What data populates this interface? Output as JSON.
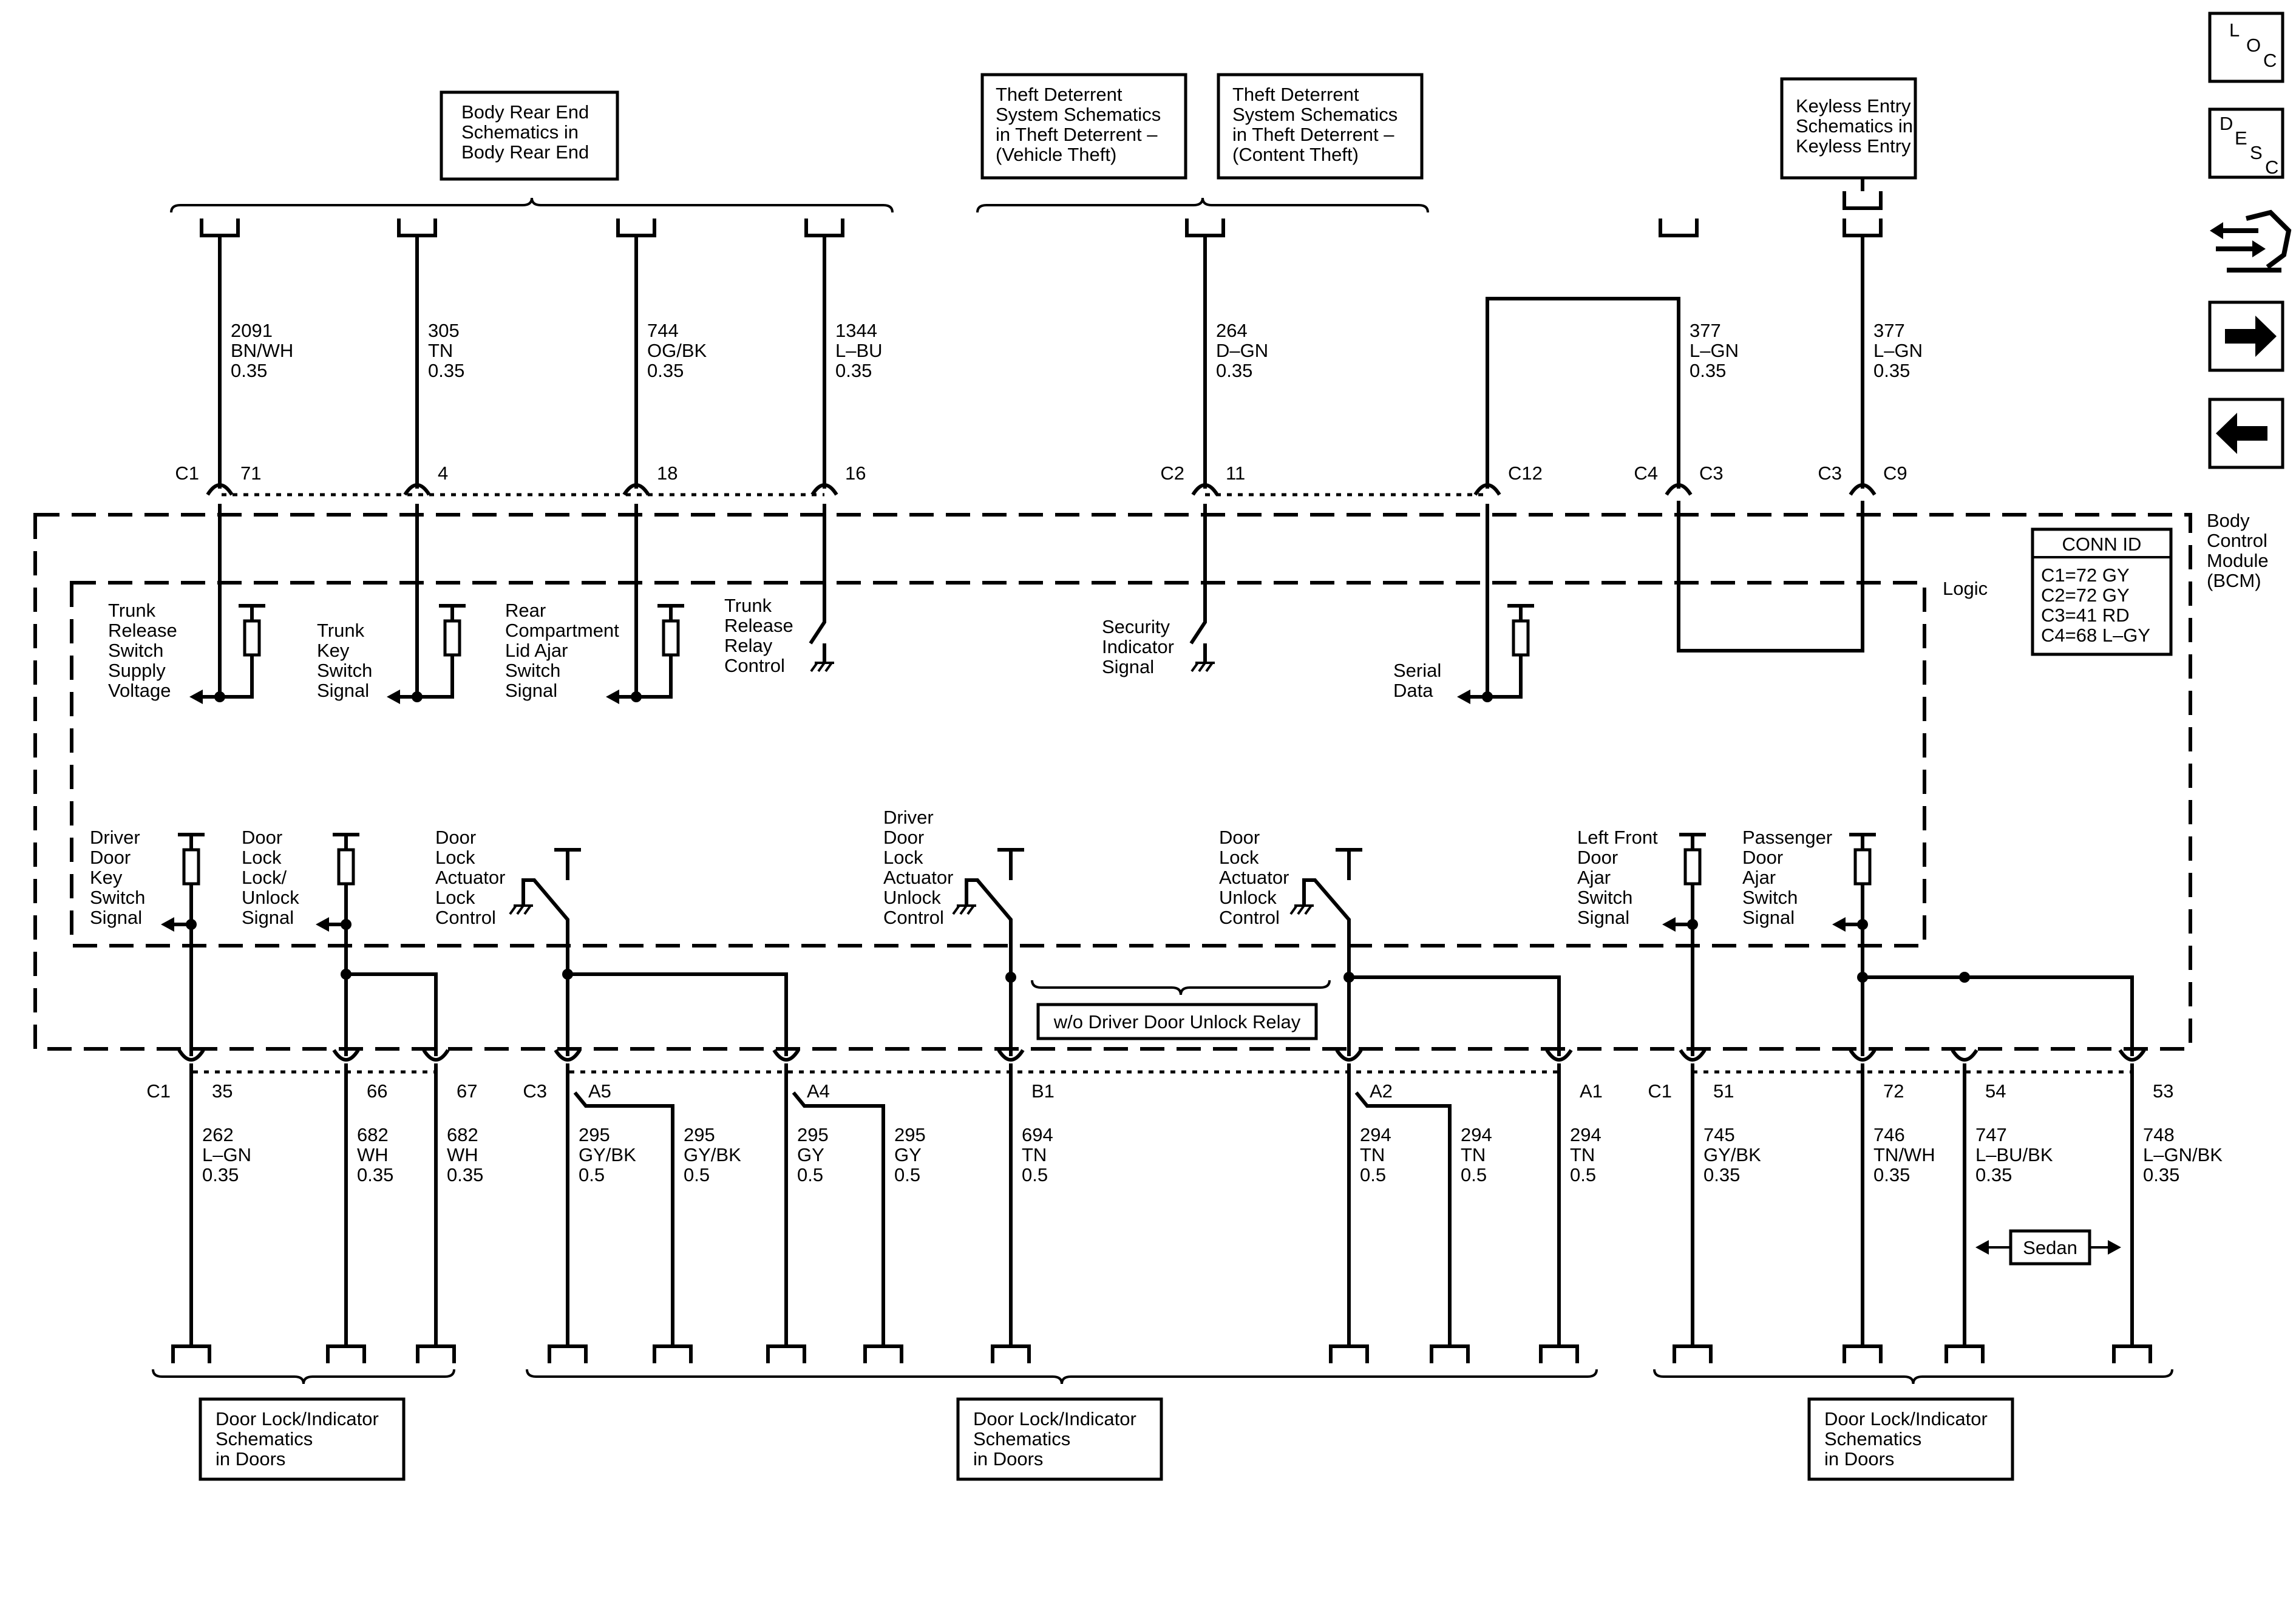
{
  "top_refs": [
    {
      "lines": [
        "Body Rear End",
        "Schematics in",
        "Body Rear End"
      ]
    },
    {
      "lines": [
        "Theft Deterrent",
        "System Schematics",
        "in Theft Deterrent –",
        "(Vehicle Theft)"
      ]
    },
    {
      "lines": [
        "Theft Deterrent",
        "System Schematics",
        "in Theft Deterrent –",
        "(Content Theft)"
      ]
    },
    {
      "lines": [
        "Keyless Entry",
        "Schematics in",
        "Keyless Entry"
      ]
    }
  ],
  "bottom_refs": [
    {
      "lines": [
        "Door Lock/Indicator",
        "Schematics",
        "in Doors"
      ]
    },
    {
      "lines": [
        "Door Lock/Indicator",
        "Schematics",
        "in Doors"
      ]
    },
    {
      "lines": [
        "Door Lock/Indicator",
        "Schematics",
        "in Doors"
      ]
    }
  ],
  "nav_icons": [
    {
      "name": "location-icon",
      "glyphs": [
        "L",
        "O",
        "C"
      ]
    },
    {
      "name": "description-icon",
      "glyphs": [
        "D",
        "E",
        "S",
        "C"
      ]
    },
    {
      "name": "connector-repair-icon"
    },
    {
      "name": "next-page-arrow-icon"
    },
    {
      "name": "previous-page-arrow-icon"
    }
  ],
  "module": {
    "name_lines": [
      "Body",
      "Control",
      "Module",
      "(BCM)"
    ],
    "logic_label": "Logic",
    "conn_id_title": "CONN ID",
    "conn_id_lines": [
      "C1=72 GY",
      "C2=72 GY",
      "C3=41 RD",
      "C4=68 L–GY"
    ]
  },
  "top_wires": [
    {
      "circuit": "2091",
      "color": "BN/WH",
      "gauge": "0.35",
      "connector": "C1",
      "pin": "71"
    },
    {
      "circuit": "305",
      "color": "TN",
      "gauge": "0.35",
      "connector": "",
      "pin": "4"
    },
    {
      "circuit": "744",
      "color": "OG/BK",
      "gauge": "0.35",
      "connector": "",
      "pin": "18"
    },
    {
      "circuit": "1344",
      "color": "L–BU",
      "gauge": "0.35",
      "connector": "",
      "pin": "16"
    },
    {
      "circuit": "264",
      "color": "D–GN",
      "gauge": "0.35",
      "connector": "C2",
      "pin": "11"
    },
    {
      "circuit": "377",
      "color": "L–GN",
      "gauge": "0.35",
      "connector": "C4",
      "pin": "C3"
    },
    {
      "circuit": "377",
      "color": "L–GN",
      "gauge": "0.35",
      "connector": "C3",
      "pin": "C9"
    }
  ],
  "c12_label": "C12",
  "internal_top": [
    {
      "lines": [
        "Trunk",
        "Release",
        "Switch",
        "Supply",
        "Voltage"
      ]
    },
    {
      "lines": [
        "Trunk",
        "Key",
        "Switch",
        "Signal"
      ]
    },
    {
      "lines": [
        "Rear",
        "Compartment",
        "Lid Ajar",
        "Switch",
        "Signal"
      ]
    },
    {
      "lines": [
        "Trunk",
        "Release",
        "Relay",
        "Control"
      ]
    },
    {
      "lines": [
        "Security",
        "Indicator",
        "Signal"
      ]
    },
    {
      "lines": [
        "Serial",
        "Data"
      ]
    }
  ],
  "internal_bottom": [
    {
      "lines": [
        "Driver",
        "Door",
        "Key",
        "Switch",
        "Signal"
      ]
    },
    {
      "lines": [
        "Door",
        "Lock",
        "Lock/",
        "Unlock",
        "Signal"
      ]
    },
    {
      "lines": [
        "Door",
        "Lock",
        "Actuator",
        "Lock",
        "Control"
      ]
    },
    {
      "lines": [
        "Driver",
        "Door",
        "Lock",
        "Actuator",
        "Unlock",
        "Control"
      ]
    },
    {
      "lines": [
        "Door",
        "Lock",
        "Actuator",
        "Unlock",
        "Control"
      ]
    },
    {
      "lines": [
        "Left Front",
        "Door",
        "Ajar",
        "Switch",
        "Signal"
      ]
    },
    {
      "lines": [
        "Passenger",
        "Door",
        "Ajar",
        "Switch",
        "Signal"
      ]
    }
  ],
  "option_note": "w/o Driver Door Unlock Relay",
  "sedan_label": "Sedan",
  "bottom_wires": [
    {
      "connector": "C1",
      "pin": "35",
      "circuit": "262",
      "color": "L–GN",
      "gauge": "0.35"
    },
    {
      "connector": "",
      "pin": "66",
      "circuit": "682",
      "color": "WH",
      "gauge": "0.35"
    },
    {
      "connector": "",
      "pin": "67",
      "circuit": "682",
      "color": "WH",
      "gauge": "0.35"
    },
    {
      "connector": "C3",
      "pin": "A5",
      "circuit": "295",
      "color": "GY/BK",
      "gauge": "0.5"
    },
    {
      "connector": "",
      "pin": "",
      "circuit": "295",
      "color": "GY/BK",
      "gauge": "0.5"
    },
    {
      "connector": "",
      "pin": "A4",
      "circuit": "295",
      "color": "GY",
      "gauge": "0.5"
    },
    {
      "connector": "",
      "pin": "",
      "circuit": "295",
      "color": "GY",
      "gauge": "0.5"
    },
    {
      "connector": "",
      "pin": "B1",
      "circuit": "694",
      "color": "TN",
      "gauge": "0.5"
    },
    {
      "connector": "",
      "pin": "A2",
      "circuit": "294",
      "color": "TN",
      "gauge": "0.5"
    },
    {
      "connector": "",
      "pin": "",
      "circuit": "294",
      "color": "TN",
      "gauge": "0.5"
    },
    {
      "connector": "",
      "pin": "A1",
      "circuit": "294",
      "color": "TN",
      "gauge": "0.5"
    },
    {
      "connector": "C1",
      "pin": "51",
      "circuit": "745",
      "color": "GY/BK",
      "gauge": "0.35"
    },
    {
      "connector": "",
      "pin": "72",
      "circuit": "746",
      "color": "TN/WH",
      "gauge": "0.35"
    },
    {
      "connector": "",
      "pin": "54",
      "circuit": "747",
      "color": "L–BU/BK",
      "gauge": "0.35"
    },
    {
      "connector": "",
      "pin": "53",
      "circuit": "748",
      "color": "L–GN/BK",
      "gauge": "0.35"
    }
  ]
}
